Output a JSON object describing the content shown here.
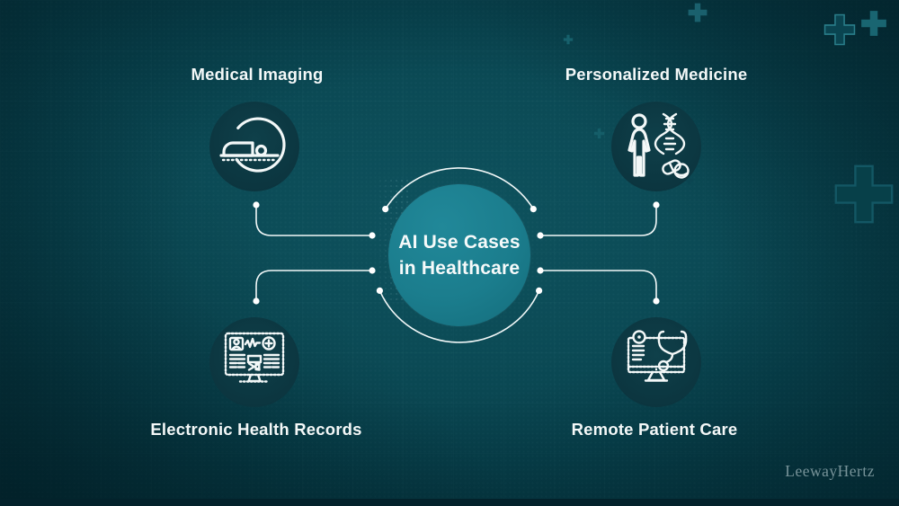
{
  "diagram": {
    "center": {
      "line1": "AI Use Cases",
      "line2": "in Healthcare"
    },
    "nodes": [
      {
        "label": "Medical Imaging",
        "icon": "ct-scanner-icon",
        "position": "top-left"
      },
      {
        "label": "Personalized Medicine",
        "icon": "person-dna-pills-icon",
        "position": "top-right"
      },
      {
        "label": "Electronic Health Records",
        "icon": "health-records-monitor-icon",
        "position": "bottom-left"
      },
      {
        "label": "Remote Patient Care",
        "icon": "telehealth-stethoscope-icon",
        "position": "bottom-right"
      }
    ]
  },
  "watermark": "LeewayHertz",
  "colors": {
    "background_center": "#0d515d",
    "background_edge": "#04323c",
    "center_circle": "#1b7d8d",
    "node_circle": "#0d3a43",
    "connector_line": "#f2f8f8",
    "label_text": "#f4f8f8",
    "watermark_text": "#7e999f",
    "plus_decoration": "#1a616d",
    "bottom_bar": "#03222b"
  }
}
